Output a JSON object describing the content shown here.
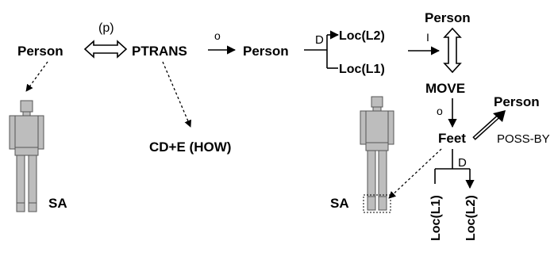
{
  "labels": {
    "person_left": "Person",
    "p": "(p)",
    "ptrans": "PTRANS",
    "o1": "o",
    "person_mid": "Person",
    "d1": "D",
    "loc_l2": "Loc(L2)",
    "loc_l1": "Loc(L1)",
    "i": "I",
    "person_top": "Person",
    "move": "MOVE",
    "o2": "o",
    "person_right": "Person",
    "feet": "Feet",
    "poss_by": "POSS-BY",
    "d2": "D",
    "loc_v1": "Loc(L1)",
    "loc_v2": "Loc(L2)",
    "cde": "CD+E (HOW)",
    "sa_left": "SA",
    "sa_right": "SA"
  }
}
